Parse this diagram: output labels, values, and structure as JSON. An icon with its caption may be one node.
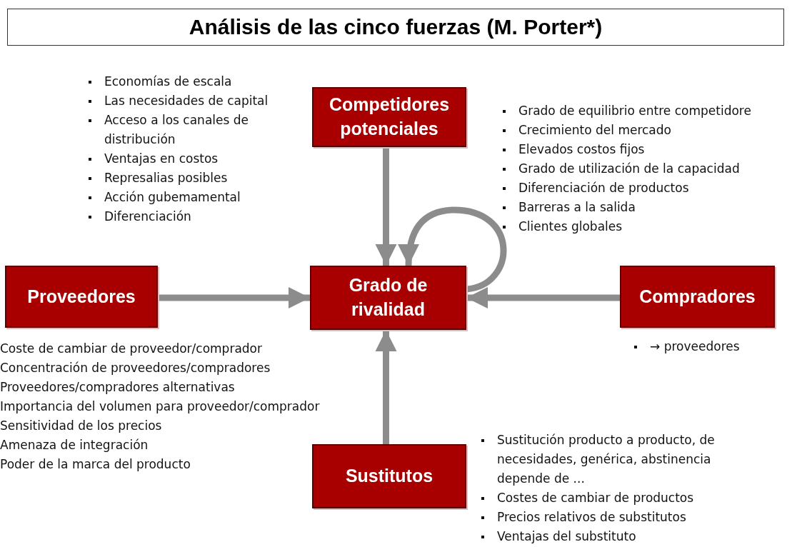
{
  "diagram": {
    "title": "Análisis de las cinco fuerzas (M. Porter*)",
    "nodes": [
      {
        "text": [
          "Competidores potenciales"
        ],
        "beside": [
          "Economías de escala",
          "Las necesidades de capital",
          "Acceso a los canales de distribución",
          "Ventajas en costos",
          "Represalias posibles",
          "Acción gubemamental",
          "Diferenciación"
        ]
      },
      {
        "text": [
          "Proveedores"
        ],
        "beside": [
          "Coste de cambiar de proveedor/comprador",
          "Concentración de proveedores/compradores",
          "Proveedores/compradores alternativas",
          "Importancia del volumen para proveedor/comprador",
          "Sensitividad de los precios",
          "Amenaza de integración",
          "Poder de la marca del producto"
        ]
      },
      {
        "text": [
          "Grado de rivalidad"
        ],
        "beside": [
          "Grado de equilibrio entre competidore",
          "Crecimiento del mercado",
          "Elevados costos fijos",
          "Grado de utilización de la capacidad",
          "Diferenciación de productos",
          "Barreras a la salida",
          "Clientes globales"
        ]
      },
      {
        "text": [
          "Compradores"
        ],
        "beside": [
          "→ proveedores"
        ]
      },
      {
        "text": [
          "Sustitutos"
        ],
        "beside": [
          "Sustitución producto a producto, de necesidades, genérica, abstinencia depende de ...",
          "Costes de cambiar de productos",
          "Precios relativos de substitutos",
          "Ventajas del substituto"
        ]
      }
    ],
    "edges": [
      {
        "from": 0,
        "to": 2,
        "arrow": "to"
      },
      {
        "from": 1,
        "to": 2,
        "arrow": "to"
      },
      {
        "from": 3,
        "to": 2,
        "arrow": "to"
      },
      {
        "from": 4,
        "to": 2,
        "arrow": "to"
      },
      {
        "from": 2,
        "to": 2,
        "arrow": "to"
      }
    ]
  }
}
